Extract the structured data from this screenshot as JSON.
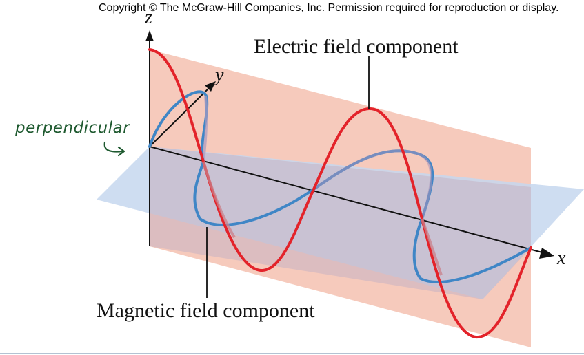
{
  "copyright": "Copyright © The McGraw-Hill Companies, Inc. Permission required for reproduction or display.",
  "labels": {
    "electric": "Electric field component",
    "magnetic": "Magnetic field component"
  },
  "axes": {
    "x": "x",
    "y": "y",
    "z": "z"
  },
  "annotation": "perpendicular",
  "colors": {
    "electric_wave": "#e3232a",
    "magnetic_wave": "#3f86c6",
    "electric_plane": "#f6c7b8",
    "magnetic_plane": "#c6d7ee",
    "annotation_ink": "#1f5a30"
  }
}
